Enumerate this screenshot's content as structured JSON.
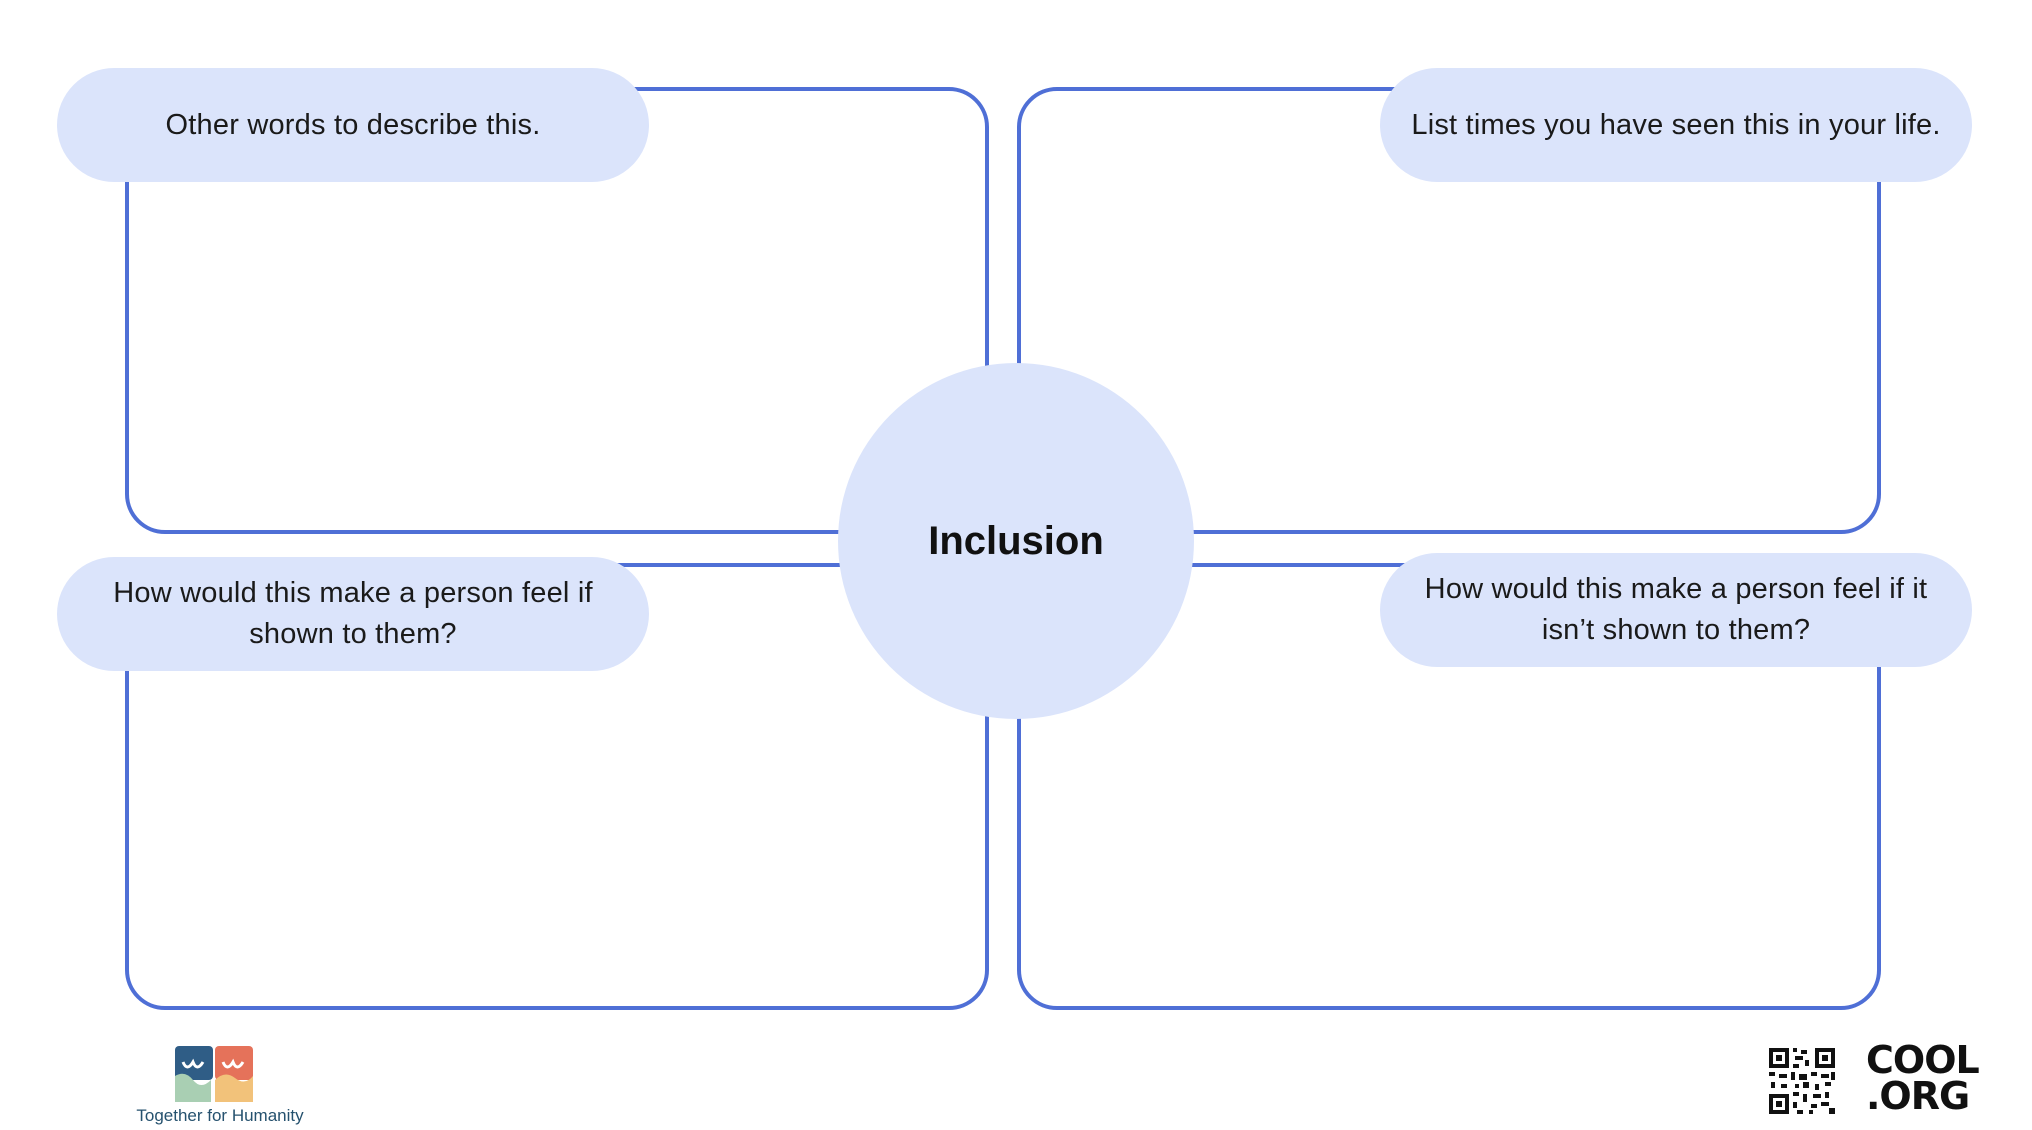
{
  "center": {
    "label": "Inclusion"
  },
  "prompts": {
    "top_left": "Other words to describe this.",
    "top_right": "List times you have seen this in your life.",
    "bottom_left": "How would this make a person feel if shown to them?",
    "bottom_right": "How would this make a person feel if it isn’t shown to them?"
  },
  "footer": {
    "left_logo_text": "Together for Humanity",
    "right_logo_line1": "COOL",
    "right_logo_line2": ".ORG"
  },
  "colors": {
    "frame_border": "#4f6fd6",
    "pill_fill": "#dbe4fb",
    "circle_fill": "#dbe4fb"
  }
}
